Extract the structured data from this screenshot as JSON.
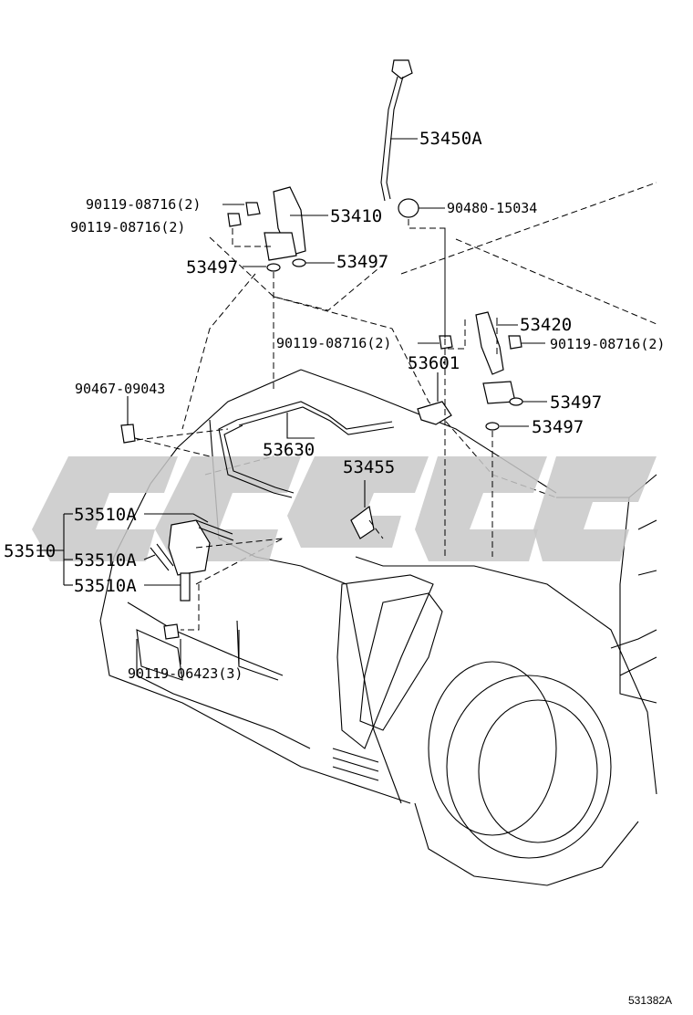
{
  "diagram": {
    "labels": {
      "p53450A": "53450A",
      "p90480": "90480-15034",
      "p53410": "53410",
      "p90119a": "90119-08716(2)",
      "p90119b": "90119-08716(2)",
      "p53497a": "53497",
      "p53497b": "53497",
      "p53420": "53420",
      "p90119c": "90119-08716(2)",
      "p90119d": "90119-08716(2)",
      "p53601": "53601",
      "p53497c": "53497",
      "p53497d": "53497",
      "p90467": "90467-09043",
      "p53630": "53630",
      "p53455": "53455",
      "p53510A_1": "53510A",
      "p53510": "53510",
      "p53510A_2": "53510A",
      "p53510A_3": "53510A",
      "p90119e": "90119-06423(3)"
    },
    "reference_code": "531382A",
    "watermark_color": "#c8c8c8"
  }
}
